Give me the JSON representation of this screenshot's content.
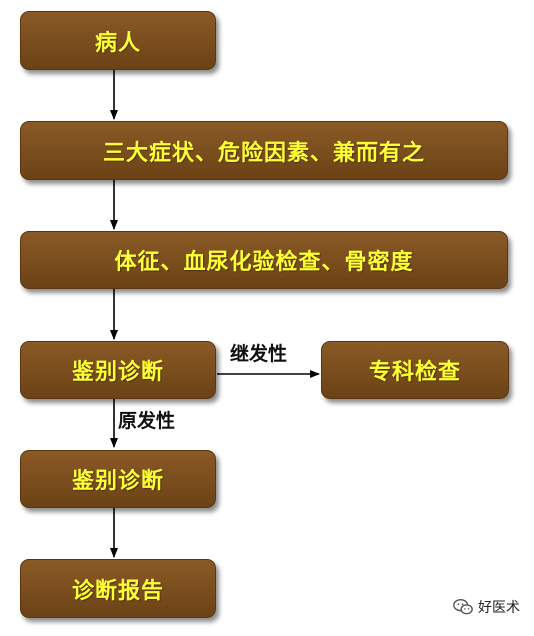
{
  "nodes": {
    "patient": "病人",
    "symptoms": "三大症状、危险因素、兼而有之",
    "exams": "体征、血尿化验检查、骨密度",
    "diff_dx_1": "鉴别诊断",
    "specialist": "专科检查",
    "diff_dx_2": "鉴别诊断",
    "report": "诊断报告"
  },
  "edges": {
    "secondary": "继发性",
    "primary": "原发性"
  },
  "watermark": {
    "text": "好医术",
    "icon": "wechat-icon"
  },
  "colors": {
    "box_fill": "#7a4d1d",
    "box_text": "#ffff33",
    "arrow": "#000000"
  }
}
